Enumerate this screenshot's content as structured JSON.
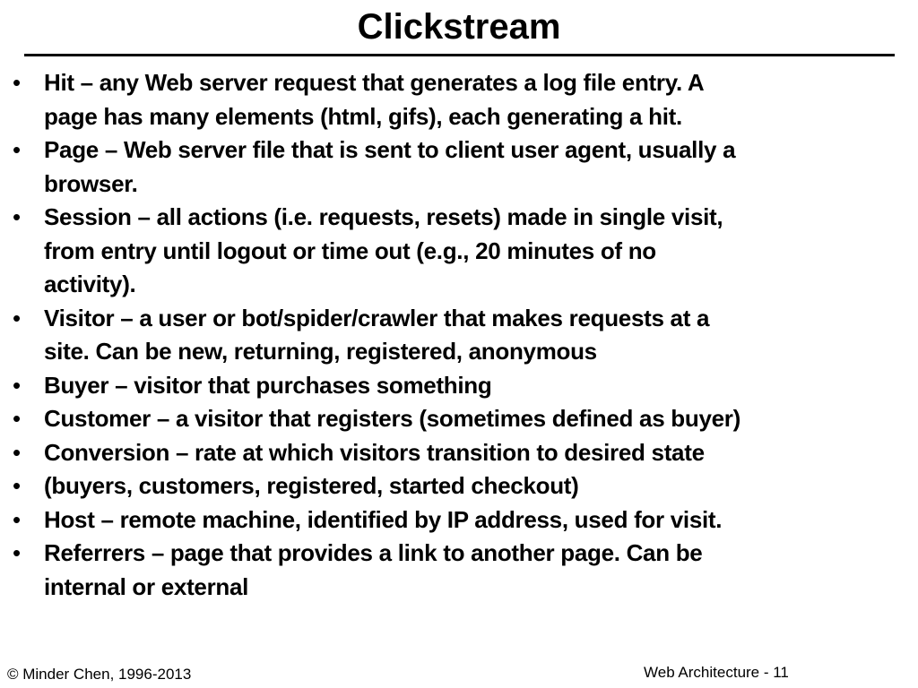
{
  "slide": {
    "title": "Clickstream",
    "bullet_glyph": "•",
    "items": [
      {
        "lines": [
          "Hit – any Web server request that generates a log file entry. A",
          "page has many elements (html, gifs), each generating a hit."
        ]
      },
      {
        "lines": [
          "Page – Web server file that is sent to client user agent, usually a",
          "browser."
        ]
      },
      {
        "lines": [
          "Session – all actions (i.e. requests, resets) made in single visit,",
          "from entry until logout or time out (e.g., 20 minutes of no",
          "activity)."
        ]
      },
      {
        "lines": [
          "Visitor – a user or bot/spider/crawler that makes requests at a",
          "site. Can be new, returning, registered, anonymous"
        ]
      },
      {
        "lines": [
          "Buyer – visitor that purchases something"
        ]
      },
      {
        "lines": [
          "Customer – a visitor that registers (sometimes defined as buyer)"
        ]
      },
      {
        "lines": [
          "Conversion – rate at which visitors transition to desired state"
        ]
      },
      {
        "lines": [
          "(buyers, customers, registered, started checkout)"
        ]
      },
      {
        "lines": [
          "Host – remote machine, identified by IP address, used for visit."
        ]
      },
      {
        "lines": [
          "Referrers – page that provides a link to another page. Can be",
          "internal or external"
        ]
      }
    ]
  },
  "footer": {
    "copyright": "© Minder Chen, 1996-2013",
    "page_label": "Web Architecture - 11"
  }
}
